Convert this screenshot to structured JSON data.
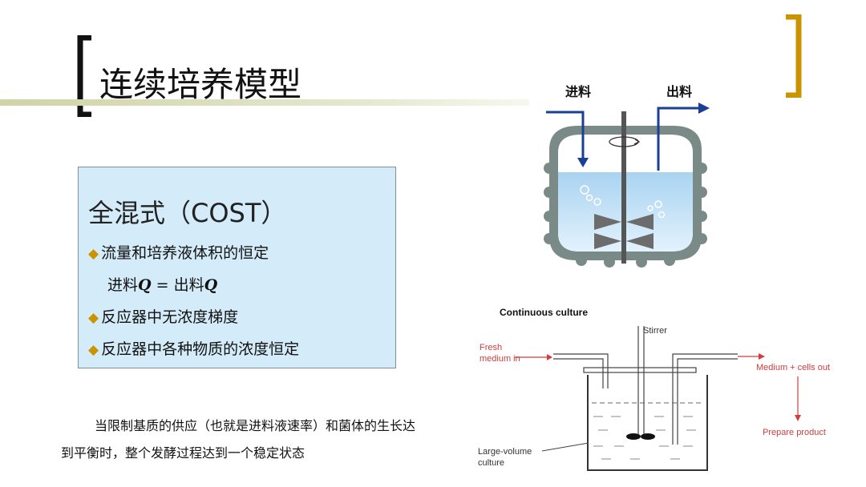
{
  "title": "连续培养模型",
  "box": {
    "heading": "全混式（COST）",
    "bullets": [
      "流量和培养液体积的恒定",
      "反应器中无浓度梯度",
      "反应器中各种物质的浓度恒定"
    ],
    "formula": {
      "left": "进料",
      "q1": "Q",
      "eq": " = ",
      "right": "出料",
      "q2": "Q"
    }
  },
  "note": {
    "line1": "当限制基质的供应（也就是进料液速率）和菌体的生长达",
    "line2": "到平衡时，整个发酵过程达到一个稳定状态"
  },
  "reactor": {
    "inlet_label": "进料",
    "outlet_label": "出料"
  },
  "schematic": {
    "title": "Continuous culture",
    "stirrer": "Stirrer",
    "fresh_1": "Fresh",
    "fresh_2": "medium in",
    "out_label": "Medium + cells out",
    "product": "Prepare product",
    "vol_1": "Large-volume",
    "vol_2": "culture"
  },
  "colors": {
    "accent_gold": "#c99400",
    "box_fill": "#d4ebf9",
    "arrow_blue": "#1a3f96",
    "label_red": "#d23c3c"
  }
}
